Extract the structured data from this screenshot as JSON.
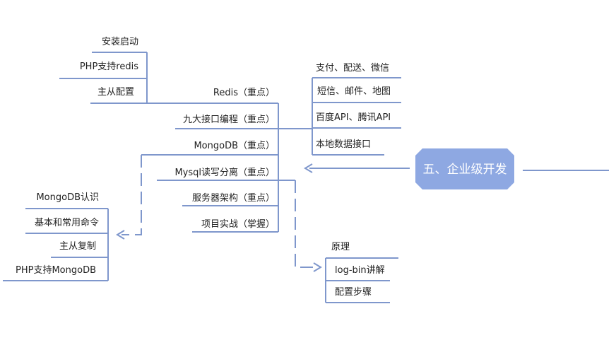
{
  "central_topic": "五、企业级开发",
  "branches": {
    "redis": "Redis（重点）",
    "api": "九大接口编程（重点）",
    "mongodb": "MongoDB（重点）",
    "mysql": "Mysql读写分离（重点）",
    "architecture": "服务器架构（重点）",
    "project": "项目实战（掌握）"
  },
  "redis_children": [
    "安装启动",
    "PHP支持redis",
    "主从配置"
  ],
  "api_children": [
    "支付、配送、微信",
    "短信、邮件、地图",
    "百度API、腾讯API",
    "本地数据接口"
  ],
  "mongodb_children": [
    "MongoDB认识",
    "基本和常用命令",
    "主从复制",
    "PHP支持MongoDB"
  ],
  "mysql_children": [
    "原理",
    "log-bin讲解",
    "配置步骤"
  ],
  "colors": {
    "line": "#7f97cc",
    "node_fill": "#8ea8e2",
    "node_text": "#ffffff"
  }
}
